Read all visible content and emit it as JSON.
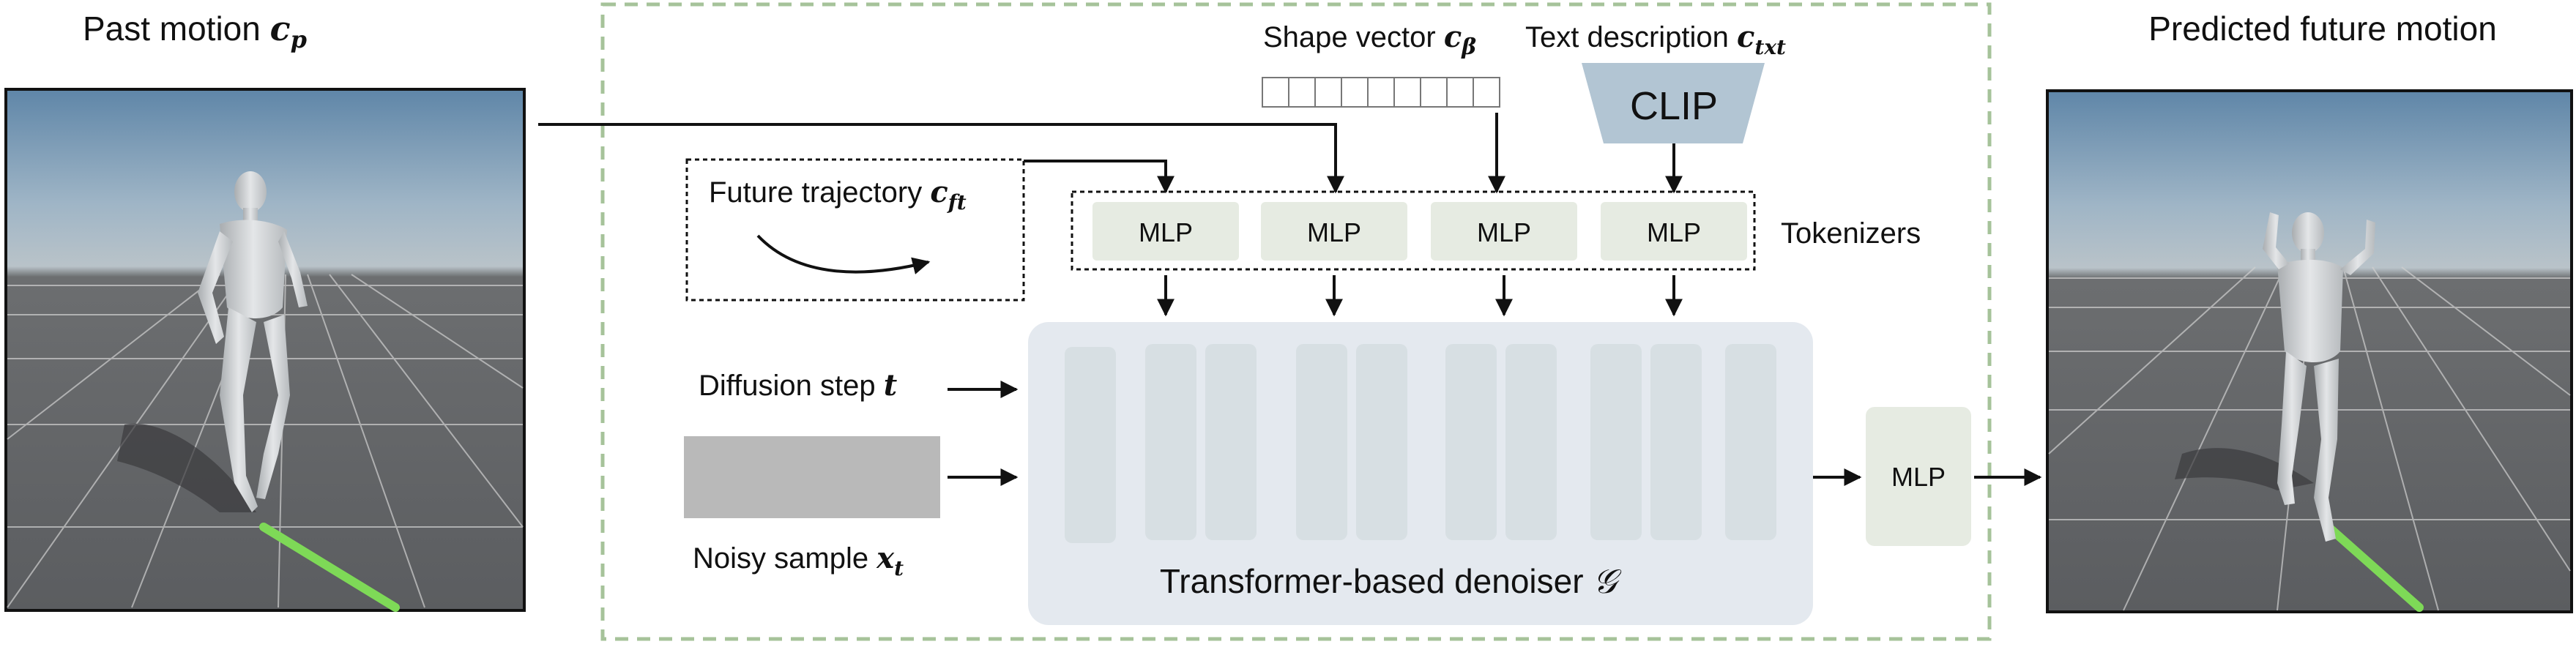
{
  "left_panel": {
    "title": "Past motion ",
    "title_symbol": "c",
    "title_sub": "p"
  },
  "right_panel": {
    "title": "Predicted future motion"
  },
  "inputs": {
    "shape_label": "Shape vector ",
    "shape_symbol": "c",
    "shape_sub": "β",
    "shape_cells": 9,
    "text_label": "Text description ",
    "text_symbol": "c",
    "text_sub": "txt",
    "clip_label": "CLIP",
    "trajectory_label": "Future trajectory ",
    "trajectory_symbol": "c",
    "trajectory_sub": "ft",
    "diffusion_label": "Diffusion step ",
    "diffusion_symbol": "t",
    "noisy_label": "Noisy sample ",
    "noisy_symbol": "x",
    "noisy_sub": "t"
  },
  "tokenizers": {
    "label": "Tokenizers",
    "mlp_labels": [
      "MLP",
      "MLP",
      "MLP",
      "MLP"
    ]
  },
  "denoiser": {
    "label": "Transformer-based denoiser ",
    "symbol": "𝒢"
  },
  "output_mlp": {
    "label": "MLP"
  },
  "colors": {
    "dashed_border": "#a6c39a",
    "mlp_fill": "#e6ebe2",
    "denoiser_fill": "#e4e9ef",
    "token_fill": "#d7dfe3",
    "clip_fill": "#b2c5d3",
    "noisy_fill": "#b9b9b9",
    "trail_green": "#7ed957"
  }
}
